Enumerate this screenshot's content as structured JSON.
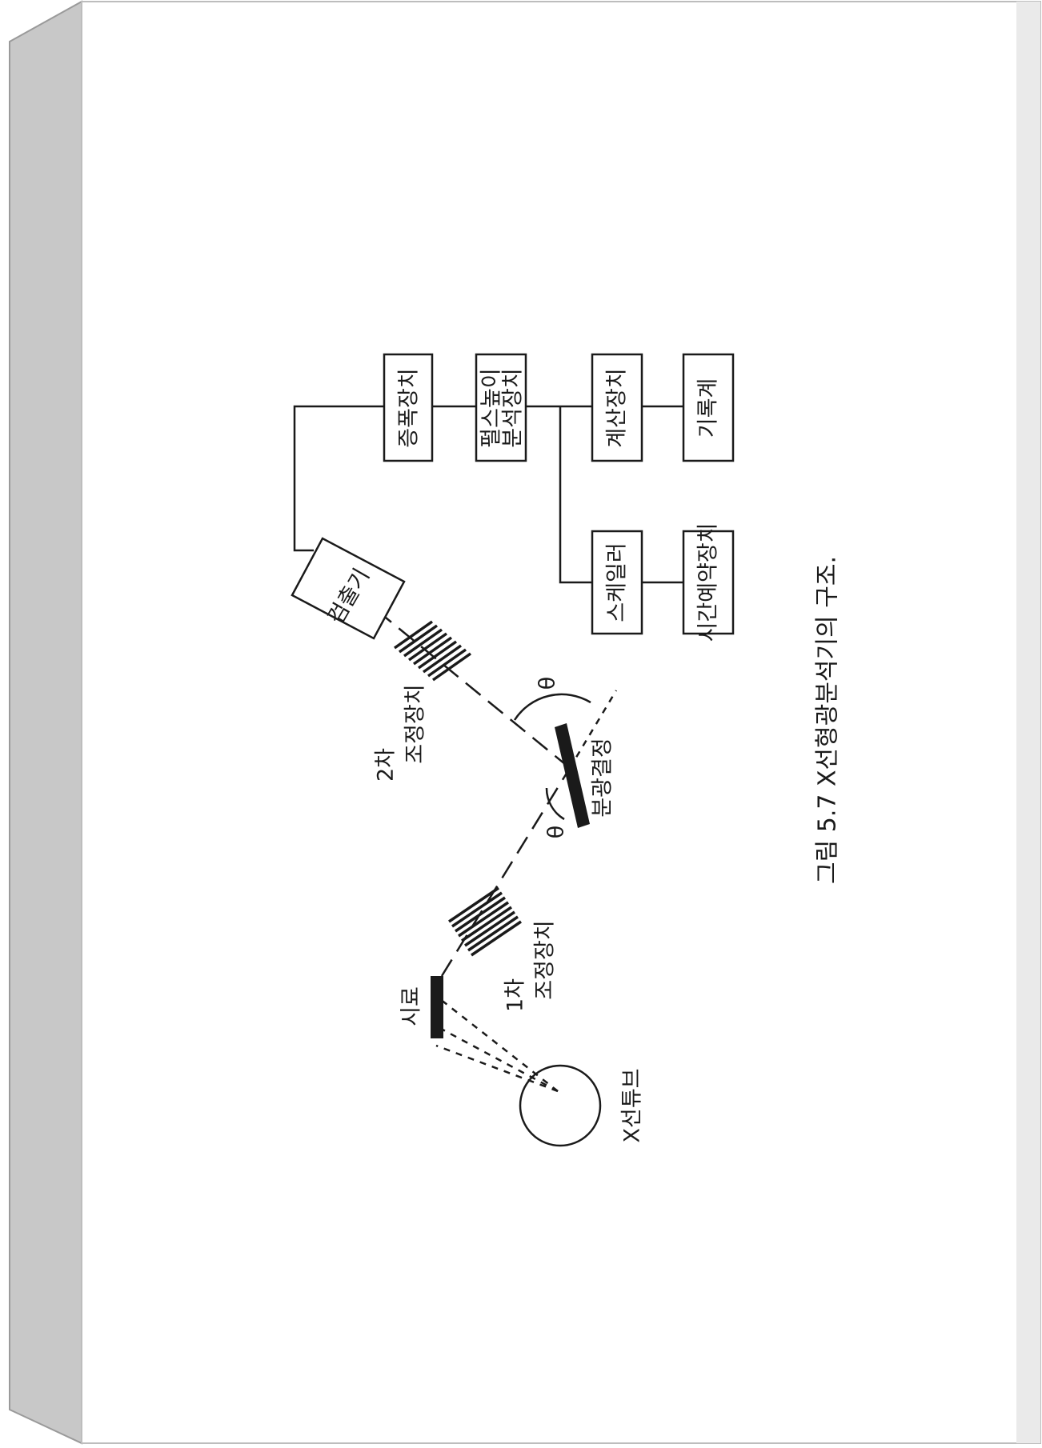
{
  "figure": {
    "caption": "그림 5.7  X선형광분석기의 구조.",
    "labels": {
      "xray_tube": "X선튜브",
      "sample": "시료",
      "primary_collimator_line1": "1차",
      "primary_collimator_line2": "조정장치",
      "analyzing_crystal": "분광결정",
      "theta_left": "θ",
      "theta_right": "θ",
      "secondary_collimator_line1": "2차",
      "secondary_collimator_line2": "조정장치",
      "detector": "검출기",
      "amplifier": "증폭장치",
      "pulse_height_line1": "펄스높이",
      "pulse_height_line2": "분석장치",
      "counter": "계산장치",
      "recorder": "기록계",
      "scaler": "스케일러",
      "timer": "시간예약장치"
    }
  },
  "colors": {
    "ink": "#1a1a1a",
    "page": "#ffffff",
    "spine": "#c8c8c8",
    "edge_shadow": "#e6e6e6"
  }
}
